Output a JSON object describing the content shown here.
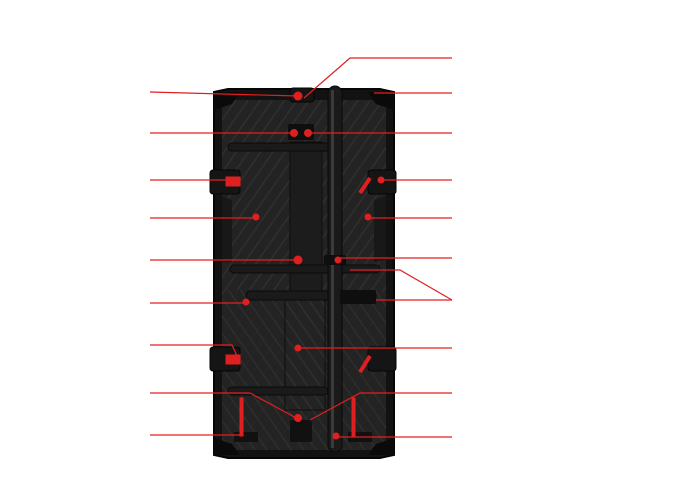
{
  "diagram": {
    "subject": "led-display-cabinet-rear-view",
    "colors": {
      "background": "#ffffff",
      "cabinet": "#232323",
      "cabinet_edge": "#0c0c0c",
      "rib": "#303030",
      "bar": "#1a1a1a",
      "bar_highlight": "#3a3a3a",
      "leader": "#e02020",
      "marker": "#e02020"
    },
    "callouts_left": [
      {
        "id": "left-1"
      },
      {
        "id": "left-2"
      },
      {
        "id": "left-3"
      },
      {
        "id": "left-4"
      },
      {
        "id": "left-5"
      },
      {
        "id": "left-6"
      },
      {
        "id": "left-7"
      },
      {
        "id": "left-8"
      },
      {
        "id": "left-9"
      }
    ],
    "callouts_right": [
      {
        "id": "right-1"
      },
      {
        "id": "right-2"
      },
      {
        "id": "right-3"
      },
      {
        "id": "right-4"
      },
      {
        "id": "right-5"
      },
      {
        "id": "right-6"
      },
      {
        "id": "right-7"
      },
      {
        "id": "right-8"
      },
      {
        "id": "right-9"
      },
      {
        "id": "right-10"
      }
    ]
  }
}
